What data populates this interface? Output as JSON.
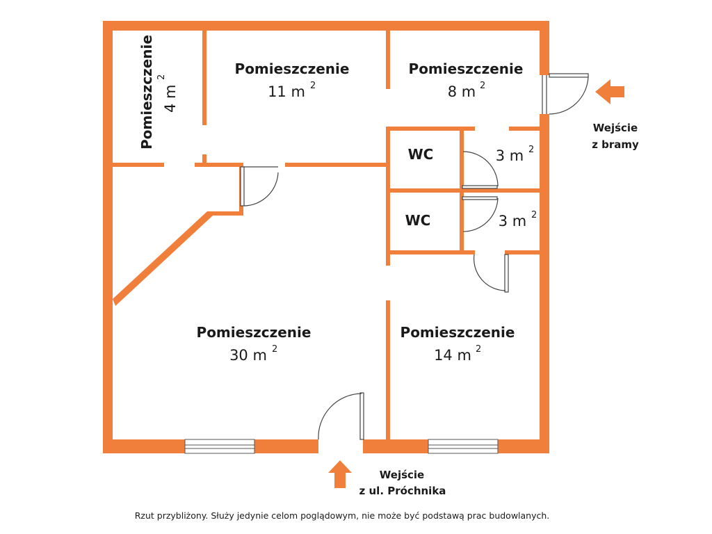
{
  "plan": {
    "wall_color": "#f07f3c",
    "rooms": [
      {
        "name": "Pomieszczenie",
        "area": "4 m",
        "exp": "2"
      },
      {
        "name": "Pomieszczenie",
        "area": "11 m",
        "exp": "2"
      },
      {
        "name": "Pomieszczenie",
        "area": "8 m",
        "exp": "2"
      },
      {
        "name": "WC",
        "area": "3 m",
        "exp": "2"
      },
      {
        "name": "WC",
        "area": "3 m",
        "exp": "2"
      },
      {
        "name": "Pomieszczenie",
        "area": "30 m",
        "exp": "2"
      },
      {
        "name": "Pomieszczenie",
        "area": "14 m",
        "exp": "2"
      }
    ],
    "entrances": [
      {
        "line1": "Wejście",
        "line2": "z bramy"
      },
      {
        "line1": "Wejście",
        "line2": "z  ul. Próchnika"
      }
    ]
  },
  "disclaimer": "Rzut przybliżony. Służy jedynie celom poglądowym, nie może być podstawą prac budowlanych."
}
